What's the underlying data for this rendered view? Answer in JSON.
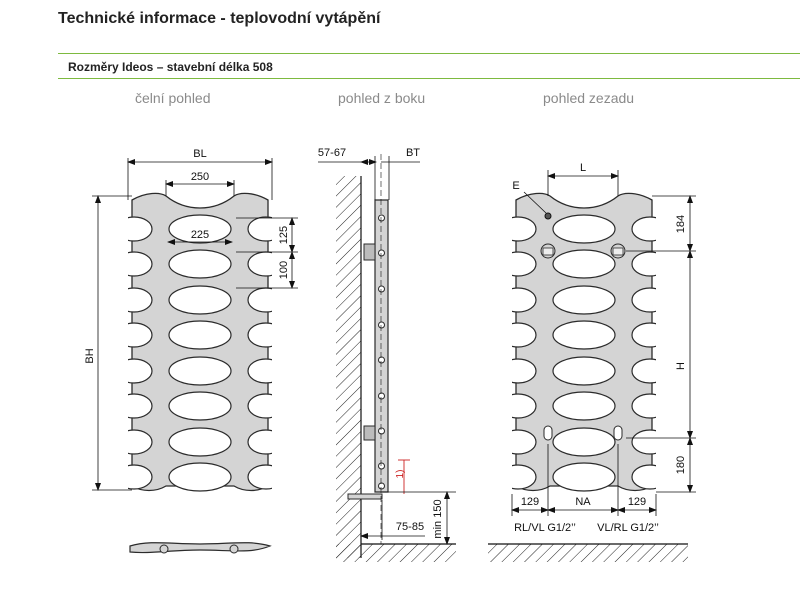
{
  "header": {
    "title": "Technické informace - teplovodní vytápění",
    "subtitle": "Rozměry Ideos – stavební délka 508"
  },
  "views": {
    "front": "čelní pohled",
    "side": "pohled z boku",
    "rear": "pohled zezadu"
  },
  "dimensions": {
    "bl": "BL",
    "d250": "250",
    "d225": "225",
    "d125": "125",
    "d100": "100",
    "bh": "BH",
    "d5767": "57-67",
    "bt": "BT",
    "note1": "1)",
    "d7585": "75-85",
    "min150": "min 150",
    "e": "E",
    "l": "L",
    "d184": "184",
    "h": "H",
    "d180": "180",
    "d129a": "129",
    "na": "NA",
    "d129b": "129",
    "rlvl": "RL/VL G1/2’’",
    "vlrl": "VL/RL G1/2’’"
  },
  "colors": {
    "body": "#d4d4d4",
    "outline": "#2b2b2b",
    "accent_line": "#7dba3f",
    "note_red": "#cc2222"
  }
}
